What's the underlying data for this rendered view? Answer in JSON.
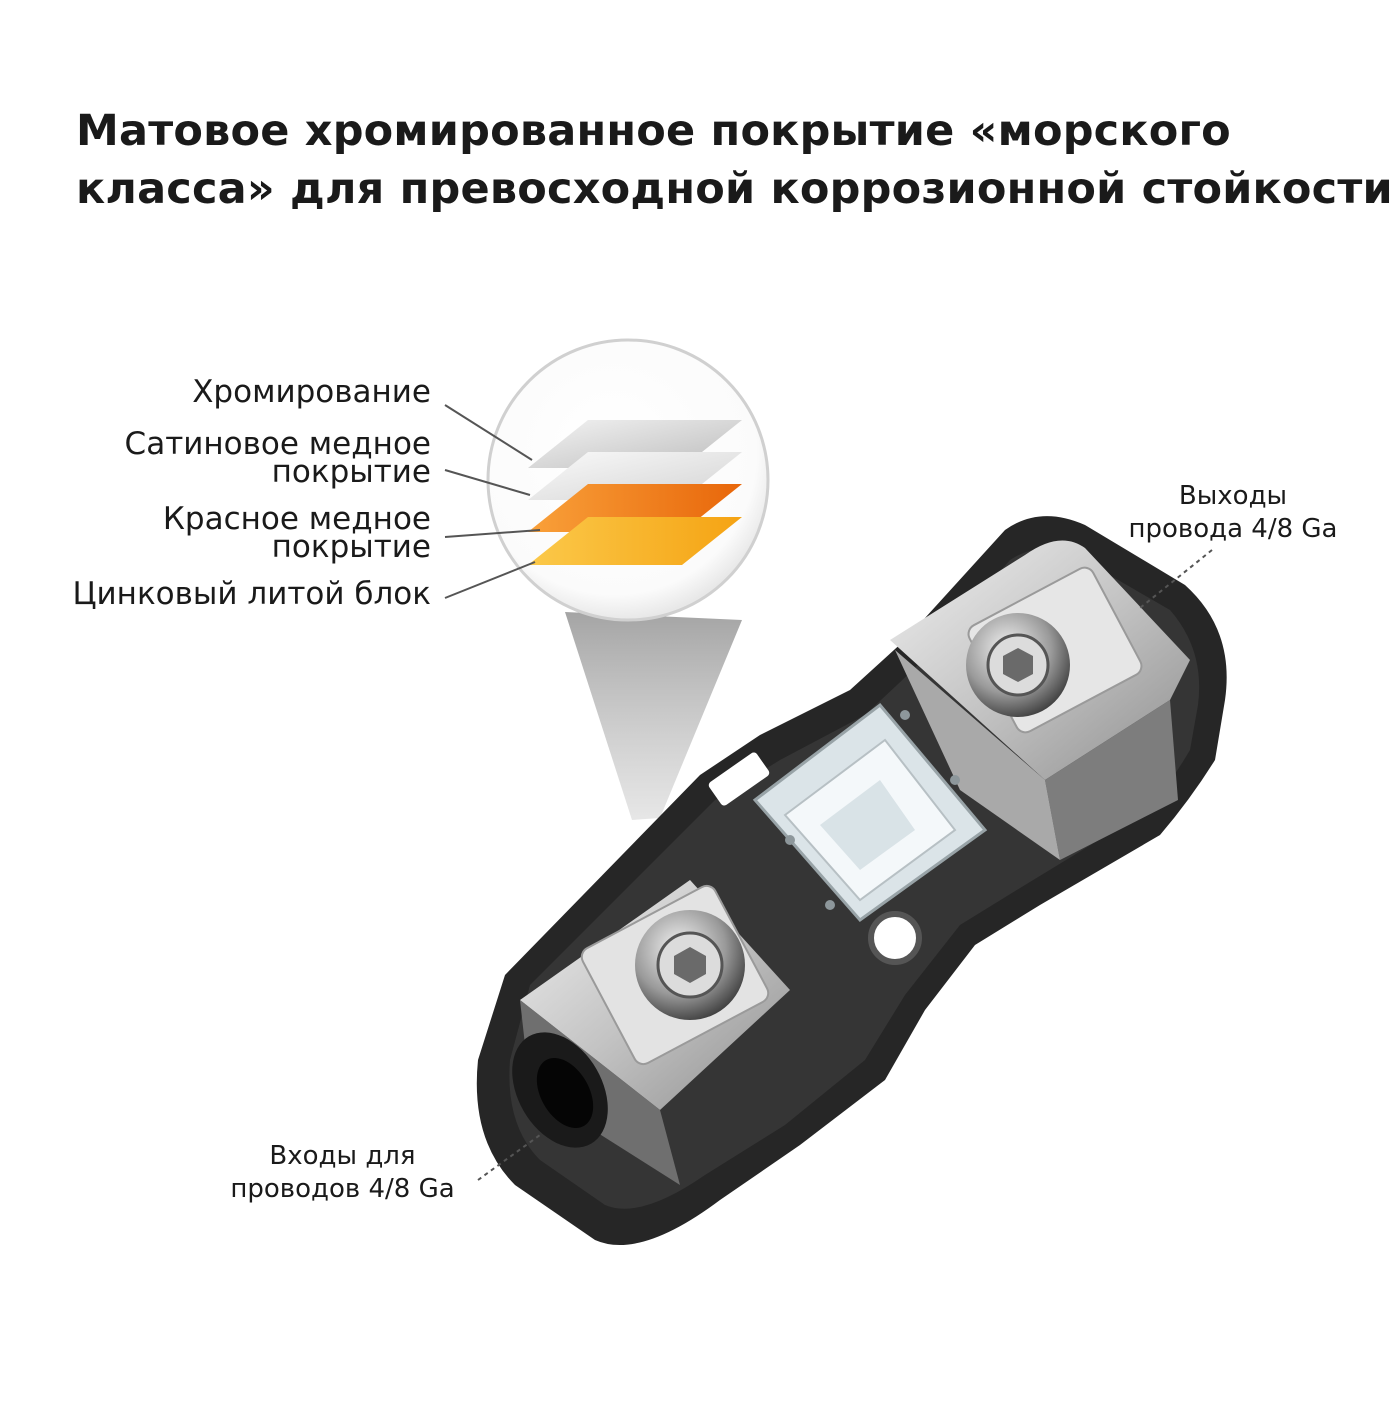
{
  "headline": {
    "line1": "Матовое хромированное покрытие «морского",
    "line2": "класса» для превосходной коррозионной стойкости"
  },
  "layers": [
    {
      "line1": "Хромирование",
      "line2": ""
    },
    {
      "line1": "Сатиновое медное",
      "line2": "покрытие"
    },
    {
      "line1": "Красное медное",
      "line2": "покрытие"
    },
    {
      "line1": "Цинковый литой блок",
      "line2": ""
    }
  ],
  "outputs": {
    "line1": "Выходы",
    "line2": "провода 4/8 Ga"
  },
  "inputs": {
    "line1": "Входы для",
    "line2": "проводов 4/8 Ga"
  },
  "colors": {
    "chrome": "#d9d9d9",
    "satin_copper": "#eeeeee",
    "red_copper": "#f07b12",
    "zinc": "#f7b21c",
    "housing": "#1e1e1e",
    "metal": "#c8c8c8"
  }
}
